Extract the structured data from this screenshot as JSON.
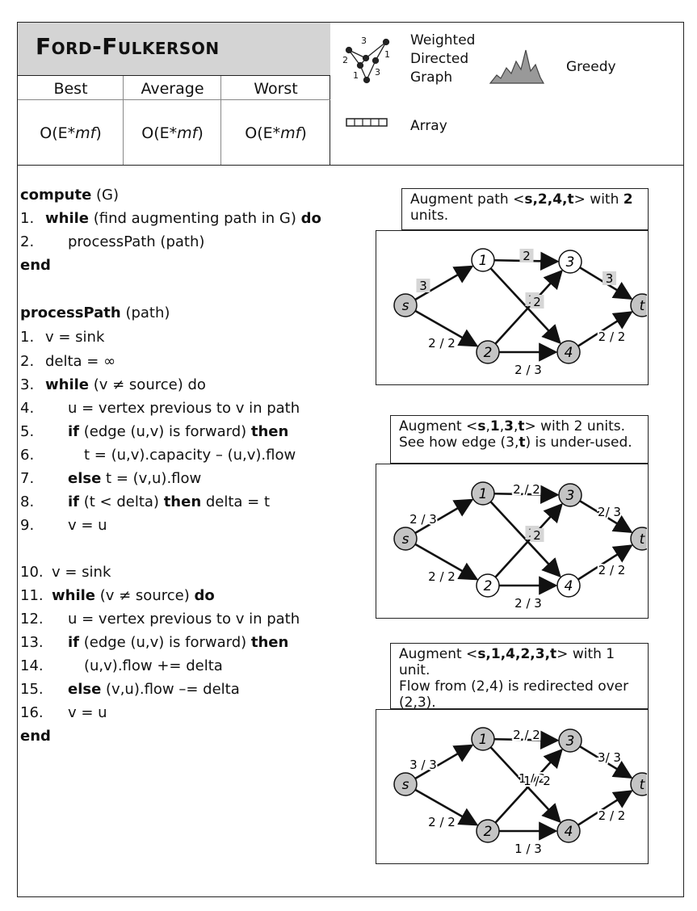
{
  "title": "Ford-Fulkerson",
  "complexity": {
    "headers": [
      "Best",
      "Average",
      "Worst"
    ],
    "values": [
      {
        "prefix": "O(E*",
        "italic": "mf",
        "suffix": ")"
      },
      {
        "prefix": "O(E*",
        "italic": "mf",
        "suffix": ")"
      },
      {
        "prefix": "O(E*",
        "italic": "mf",
        "suffix": ")"
      }
    ]
  },
  "legend": {
    "graph_label_1": "Weighted",
    "graph_label_2": "Directed",
    "graph_label_3": "Graph",
    "greedy_label": "Greedy",
    "array_label": "Array",
    "graph_icon_digits": [
      "3",
      "2",
      "1",
      "1",
      "3"
    ]
  },
  "code": {
    "compute_header": {
      "bold": "compute",
      "rest": " (G)"
    },
    "compute_lines": [
      {
        "num": "1.",
        "b1": "while",
        "t1": " (find augmenting path in G) ",
        "b2": "do",
        "t2": ""
      },
      {
        "num": "2.",
        "b1": "",
        "t1": "processPath (path)",
        "b2": "",
        "t2": ""
      }
    ],
    "end1": "end",
    "process_header": {
      "bold": "processPath",
      "rest": " (path)"
    },
    "process_lines": [
      {
        "num": "1.",
        "b1": "",
        "t1": "v = sink",
        "b2": "",
        "t2": ""
      },
      {
        "num": "2.",
        "b1": "",
        "t1": "delta = ∞",
        "b2": "",
        "t2": ""
      },
      {
        "num": "3.",
        "b1": "while",
        "t1": " (v ≠ source) do",
        "b2": "",
        "t2": ""
      },
      {
        "num": "4.",
        "b1": "",
        "t1": "u = vertex previous to v in path",
        "b2": "",
        "t2": ""
      },
      {
        "num": "5.",
        "b1": "if",
        "t1": " (edge (u,v) is forward) ",
        "b2": "then",
        "t2": ""
      },
      {
        "num": "6.",
        "b1": "",
        "t1": "t = (u,v).capacity – (u,v).flow",
        "b2": "",
        "t2": ""
      },
      {
        "num": "7.",
        "b1": "else",
        "t1": " t = (v,u).flow",
        "b2": "",
        "t2": ""
      },
      {
        "num": "8.",
        "b1": "if",
        "t1": " (t < delta) ",
        "b2": "then",
        "t2": " delta = t"
      },
      {
        "num": "9.",
        "b1": "",
        "t1": "v = u",
        "b2": "",
        "t2": ""
      },
      {
        "num": "10.",
        "b1": "",
        "t1": "v = sink",
        "b2": "",
        "t2": ""
      },
      {
        "num": "11.",
        "b1": "while",
        "t1": " (v ≠ source) ",
        "b2": "do",
        "t2": ""
      },
      {
        "num": "12.",
        "b1": "",
        "t1": "u = vertex previous to v in path",
        "b2": "",
        "t2": ""
      },
      {
        "num": "13.",
        "b1": "if",
        "t1": " (edge (u,v) is forward) ",
        "b2": "then",
        "t2": ""
      },
      {
        "num": "14.",
        "b1": "",
        "t1": "(u,v).flow += delta",
        "b2": "",
        "t2": ""
      },
      {
        "num": "15.",
        "b1": "else",
        "t1": " (v,u).flow –= delta",
        "b2": "",
        "t2": ""
      },
      {
        "num": "16.",
        "b1": "",
        "t1": "v = u",
        "b2": "",
        "t2": ""
      }
    ],
    "end2": "end"
  },
  "panels": [
    {
      "caption_parts": [
        {
          "t": "Augment path <",
          "b": false
        },
        {
          "t": "s,2,4,t",
          "b": true
        },
        {
          "t": "> with ",
          "b": false
        },
        {
          "t": "2",
          "b": true
        },
        {
          "t": " units.",
          "b": false
        }
      ],
      "nodes": {
        "s": {
          "label": "s",
          "gray": true
        },
        "1": {
          "label": "1",
          "gray": false
        },
        "2": {
          "label": "2",
          "gray": true
        },
        "3": {
          "label": "3",
          "gray": false
        },
        "4": {
          "label": "4",
          "gray": true
        },
        "t": {
          "label": "t",
          "gray": true
        }
      },
      "edges": {
        "s1": {
          "label": "3",
          "shade": true
        },
        "s2": {
          "label": "2 / 2",
          "shade": false
        },
        "13": {
          "label": "2",
          "shade": true
        },
        "14": {
          "label": "2",
          "shade": true
        },
        "23": {
          "label": "2",
          "shade": true
        },
        "24": {
          "label": "2 / 3",
          "shade": false
        },
        "3t": {
          "label": "3",
          "shade": true
        },
        "4t": {
          "label": "2 / 2",
          "shade": false
        }
      }
    },
    {
      "caption_parts": [
        {
          "t": "Augment <",
          "b": false
        },
        {
          "t": "s",
          "b": true
        },
        {
          "t": ",",
          "b": false
        },
        {
          "t": "1",
          "b": true
        },
        {
          "t": ",",
          "b": false
        },
        {
          "t": "3",
          "b": true
        },
        {
          "t": ",",
          "b": false
        },
        {
          "t": "t",
          "b": true
        },
        {
          "t": "> with 2 units.\nSee how edge (3,",
          "b": false
        },
        {
          "t": "t",
          "b": true
        },
        {
          "t": ") is under-used.",
          "b": false
        }
      ],
      "nodes": {
        "s": {
          "label": "s",
          "gray": true
        },
        "1": {
          "label": "1",
          "gray": true
        },
        "2": {
          "label": "2",
          "gray": false
        },
        "3": {
          "label": "3",
          "gray": true
        },
        "4": {
          "label": "4",
          "gray": false
        },
        "t": {
          "label": "t",
          "gray": true
        }
      },
      "edges": {
        "s1": {
          "label": "2 / 3",
          "shade": false
        },
        "s2": {
          "label": "2 / 2",
          "shade": false
        },
        "13": {
          "label": "2 / 2",
          "shade": false
        },
        "14": {
          "label": "2",
          "shade": true
        },
        "23": {
          "label": "2",
          "shade": true
        },
        "24": {
          "label": "2 / 3",
          "shade": false
        },
        "3t": {
          "label": "2/ 3",
          "shade": false
        },
        "4t": {
          "label": "2 / 2",
          "shade": false
        }
      }
    },
    {
      "caption_parts": [
        {
          "t": "Augment <",
          "b": false
        },
        {
          "t": "s,1,4,2,3,t",
          "b": true
        },
        {
          "t": "> with 1 unit.\nFlow from (2,4) is redirected over\n(2,3).",
          "b": false
        }
      ],
      "nodes": {
        "s": {
          "label": "s",
          "gray": true
        },
        "1": {
          "label": "1",
          "gray": true
        },
        "2": {
          "label": "2",
          "gray": true
        },
        "3": {
          "label": "3",
          "gray": true
        },
        "4": {
          "label": "4",
          "gray": true
        },
        "t": {
          "label": "t",
          "gray": true
        }
      },
      "edges": {
        "s1": {
          "label": "3 / 3",
          "shade": false
        },
        "s2": {
          "label": "2 / 2",
          "shade": false
        },
        "13": {
          "label": "2 / 2",
          "shade": false
        },
        "14": {
          "label": "1 / 2",
          "shade": false
        },
        "23": {
          "label": "1 / 2",
          "shade": false
        },
        "24": {
          "label": "1 / 3",
          "shade": false
        },
        "3t": {
          "label": "3/ 3",
          "shade": false
        },
        "4t": {
          "label": "2 / 2",
          "shade": false
        }
      }
    }
  ]
}
